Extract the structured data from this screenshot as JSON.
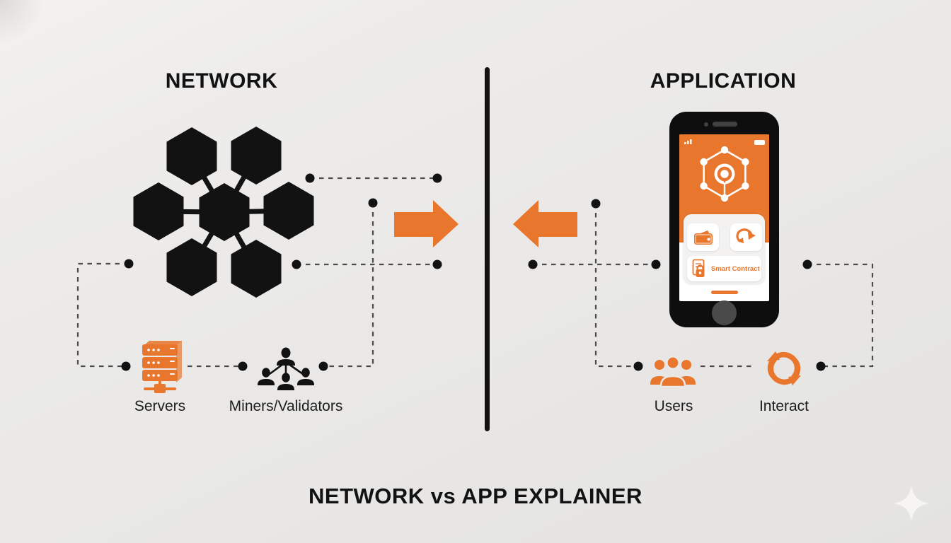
{
  "headings": {
    "network": "NETWORK",
    "application": "APPLICATION"
  },
  "labels": {
    "servers": "Servers",
    "miners_validators": "Miners/Validators",
    "users": "Users",
    "interact": "Interact"
  },
  "phone": {
    "smart_contract": "Smart Contract"
  },
  "footer": {
    "title": "NETWORK vs APP EXPLAINER"
  },
  "icons": {
    "left_cluster": "hexagon-network-icon",
    "servers": "server-stack-icon",
    "miners_validators": "people-hierarchy-icon",
    "users": "user-group-icon",
    "interact": "circular-arrows-icon",
    "arrows": [
      "arrow-right-icon",
      "arrow-left-icon"
    ],
    "phone_screen_logo": "hexagon-node-logo-icon",
    "phone_cards": [
      "wallet-icon",
      "swap-arrow-icon",
      "document-lock-icon"
    ],
    "corner_decoration": "sparkle-icon"
  },
  "colors": {
    "accent_orange": "#E8762C",
    "ink_black": "#121212",
    "background": "#E9E8E6",
    "dashed_line": "#4B4B4B",
    "label_text": "#1D1D1D",
    "sparkle": "#F6F5F3"
  }
}
